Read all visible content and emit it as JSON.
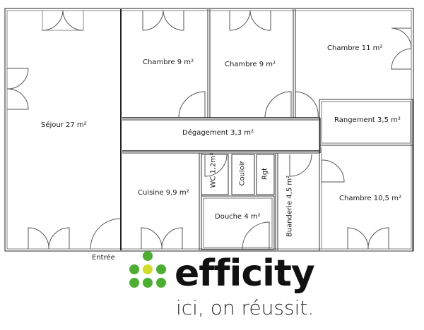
{
  "plan": {
    "rooms": [
      {
        "id": "sejour",
        "label": "Séjour 27 m²"
      },
      {
        "id": "chambre1",
        "label": "Chambre 9 m²"
      },
      {
        "id": "chambre2",
        "label": "Chambre 9 m²"
      },
      {
        "id": "chambre3",
        "label": "Chambre 11 m²"
      },
      {
        "id": "rangement",
        "label": "Rangement 3,5 m²"
      },
      {
        "id": "degagement",
        "label": "Dégagement 3,3 m²"
      },
      {
        "id": "cuisine",
        "label": "Cuisine 9,9 m²"
      },
      {
        "id": "wc",
        "label": "WC 1,2m²"
      },
      {
        "id": "couloir",
        "label": "Couloir"
      },
      {
        "id": "rgt",
        "label": "Rgt"
      },
      {
        "id": "douche",
        "label": "Douche 4 m²"
      },
      {
        "id": "buanderie",
        "label": "Buanderie 4,5 m²"
      },
      {
        "id": "chambre4",
        "label": "Chambre 10,5 m²"
      }
    ],
    "entrance_label": "Entrée"
  },
  "logo": {
    "brand": "efficity",
    "tagline": "ici, on réussit.",
    "colors": {
      "green": "#4caf32",
      "yellow": "#d4dc2a",
      "text": "#111111"
    }
  }
}
